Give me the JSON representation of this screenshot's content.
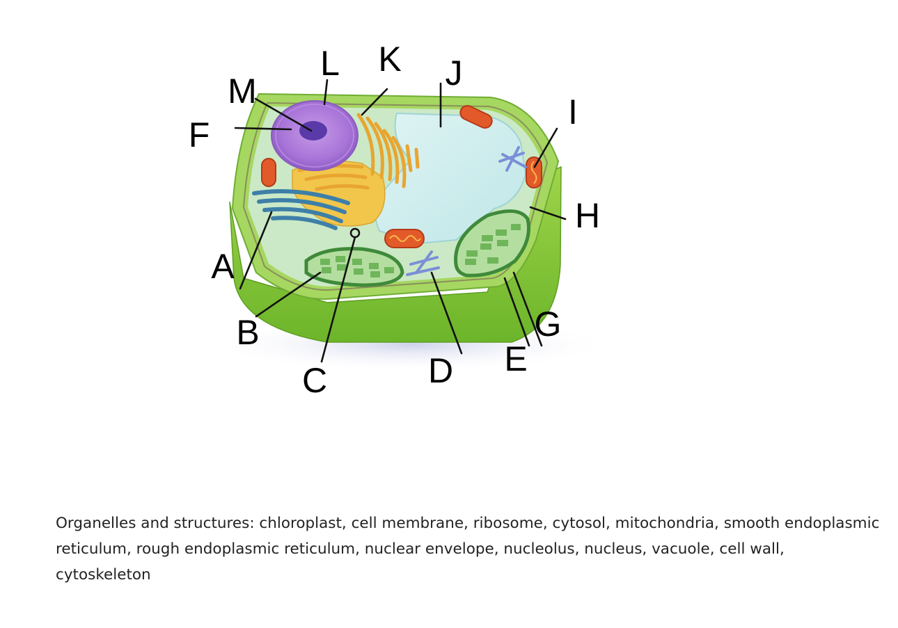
{
  "diagram": {
    "labels": {
      "A": "A",
      "B": "B",
      "C": "C",
      "D": "D",
      "E": "E",
      "F": "F",
      "G": "G",
      "H": "H",
      "I": "I",
      "J": "J",
      "K": "K",
      "L": "L",
      "M": "M"
    }
  },
  "caption": "Organelles and structures: chloroplast, cell membrane, ribosome, cytosol, mitochondria, smooth endoplasmic reticulum, rough endoplasmic reticulum, nuclear envelope, nucleolus, nucleus, vacuole, cell wall, cytoskeleton"
}
